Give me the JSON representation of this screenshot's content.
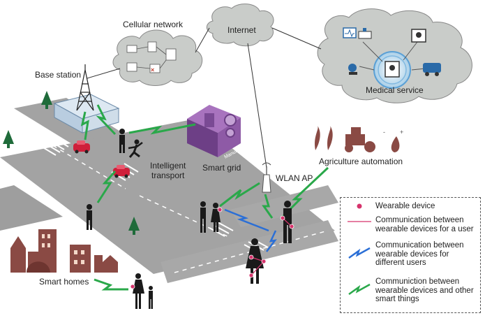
{
  "labels": {
    "cellular_network": "Cellular network",
    "internet": "Internet",
    "base_station": "Base station",
    "medical_service": "Medical service",
    "smart_grid": "Smart grid",
    "intelligent_transport": "Intelligent\ntransport",
    "wlan_ap": "WLAN AP",
    "agriculture_automation": "Agriculture automation",
    "smart_homes": "Smart homes",
    "manufacture_sign": "Manufacture"
  },
  "legend": {
    "items": [
      {
        "text": "Wearable device",
        "symbol": "dot"
      },
      {
        "text": "Communication between\nwearable devices for a user",
        "symbol": "line"
      },
      {
        "text": "Communication between\nwearable devices for\ndifferent users",
        "symbol": "blue-bolt"
      },
      {
        "text": "Communiction between\nwearable devices and other\nsmart things",
        "symbol": "green-bolt"
      }
    ]
  },
  "colors": {
    "cloud": "#c9ccc9",
    "road": "#9b9b9b",
    "road_light": "#b5b5b5",
    "wearable": "#d6336c",
    "green_link": "#2aa84a",
    "blue_link": "#2b6fd6",
    "tree": "#1f6b3a",
    "building": "#8a4a44",
    "smart_grid": "#8e5aa6",
    "medical_icon": "#2a6aa8"
  }
}
